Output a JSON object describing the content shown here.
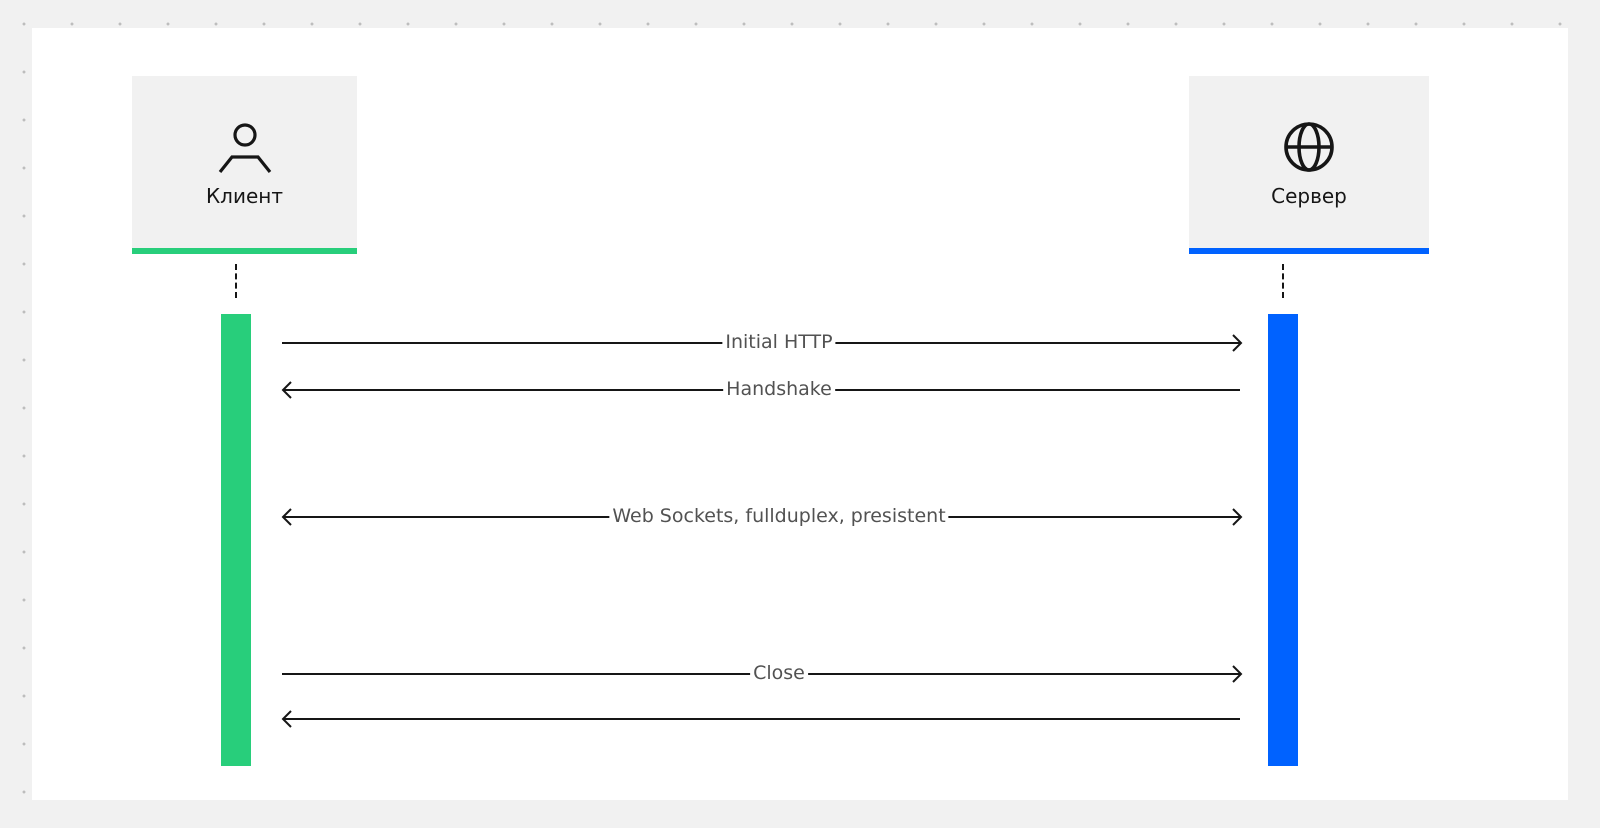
{
  "participants": {
    "client": {
      "label": "Клиент",
      "icon": "user-icon",
      "color": "#28ce7b"
    },
    "server": {
      "label": "Сервер",
      "icon": "globe-icon",
      "color": "#0062ff"
    }
  },
  "messages": [
    {
      "label": "Initial HTTP",
      "direction": "client-to-server"
    },
    {
      "label": "Handshake",
      "direction": "server-to-client"
    },
    {
      "label": "Web Sockets, fullduplex, presistent",
      "direction": "bidirectional"
    },
    {
      "label": "Close",
      "direction": "client-to-server"
    },
    {
      "label": "",
      "direction": "server-to-client"
    }
  ]
}
